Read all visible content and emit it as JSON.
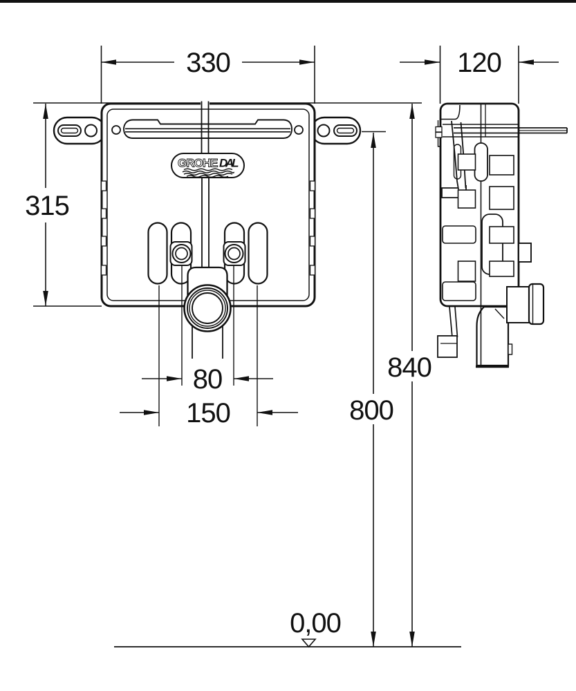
{
  "drawing": {
    "type": "technical-installation-drawing",
    "brand": {
      "logo_part1": "GROHE",
      "logo_part2": "DAL"
    },
    "dimensions": {
      "front_width": "330",
      "side_depth": "120",
      "plate_height": "315",
      "top_height": "840",
      "bracket_height": "800",
      "bolt_spacing": "80",
      "slot_spacing": "150",
      "floor_level": "0,00"
    },
    "colors": {
      "line": "#111111",
      "background": "#ffffff"
    }
  }
}
